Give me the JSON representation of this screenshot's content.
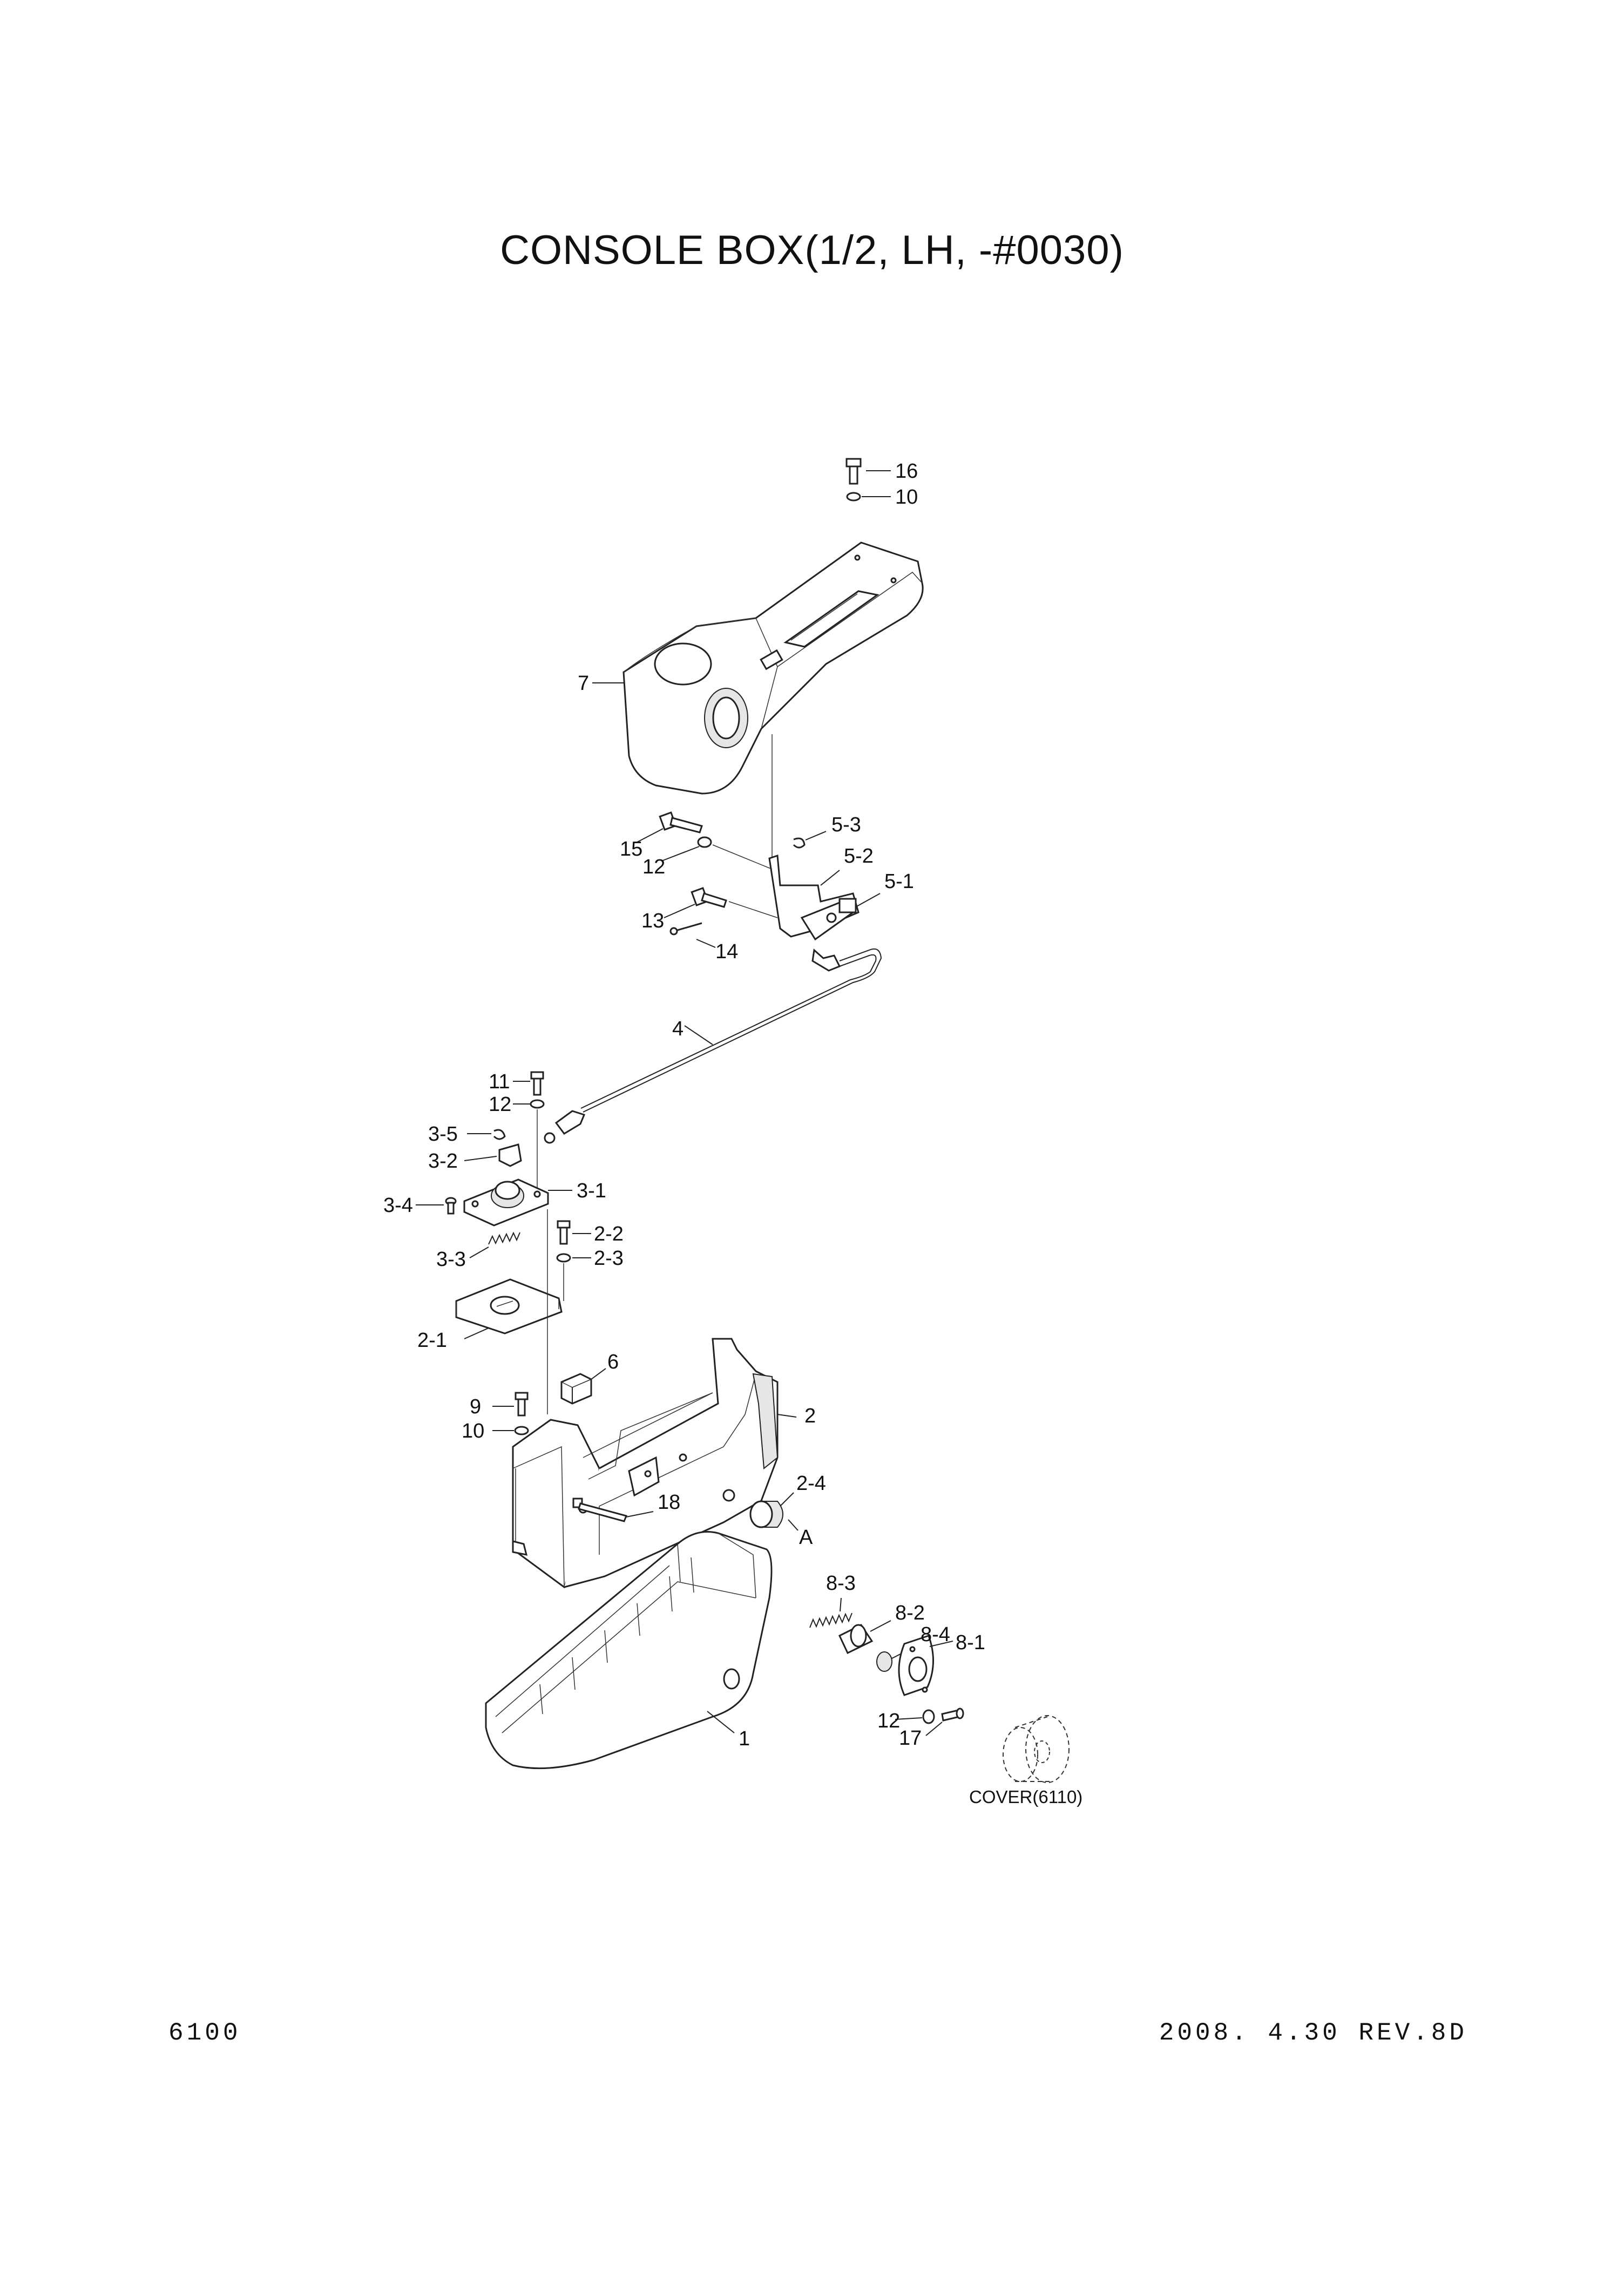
{
  "title": "CONSOLE BOX(1/2, LH, -#0030)",
  "page_number": "6100",
  "revision": "2008.  4.30  REV.8D",
  "reference_note": "COVER(6110)",
  "callouts": {
    "c16": "16",
    "c10a": "10",
    "c7": "7",
    "c53": "5-3",
    "c15": "15",
    "c12a": "12",
    "c52": "5-2",
    "c51": "5-1",
    "c13": "13",
    "c14": "14",
    "c4": "4",
    "c11": "11",
    "c12b": "12",
    "c35": "3-5",
    "c32": "3-2",
    "c34": "3-4",
    "c31": "3-1",
    "c22": "2-2",
    "c23": "2-3",
    "c33": "3-3",
    "c21": "2-1",
    "c6": "6",
    "c2": "2",
    "c9": "9",
    "c10b": "10",
    "c24": "2-4",
    "c18": "18",
    "cA": "A",
    "c83": "8-3",
    "c82": "8-2",
    "c84": "8-4",
    "c81": "8-1",
    "c12c": "12",
    "c17": "17",
    "c1": "1"
  }
}
